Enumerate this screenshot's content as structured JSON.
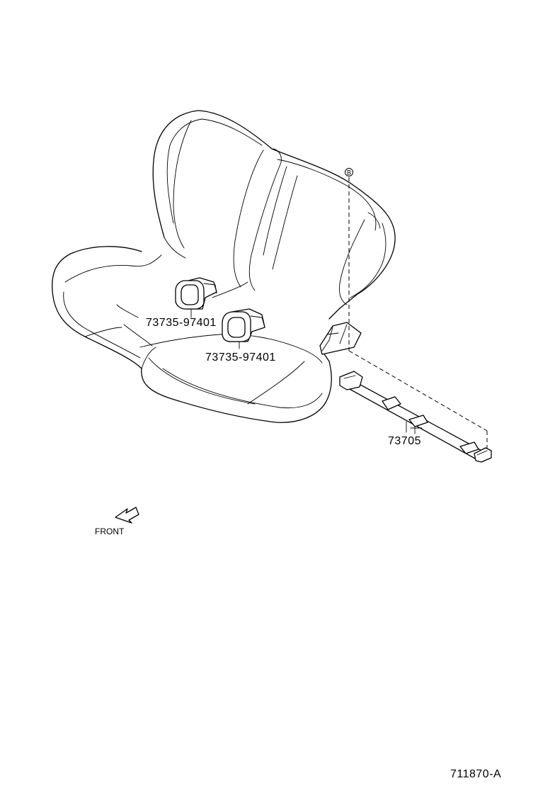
{
  "labels": {
    "belt_buckle_left": "73735-97401",
    "belt_buckle_right": "73735-97401",
    "anchor_strap": "73705",
    "reference_b": "B",
    "front": "FRONT",
    "diagram_code": "711870-A"
  }
}
